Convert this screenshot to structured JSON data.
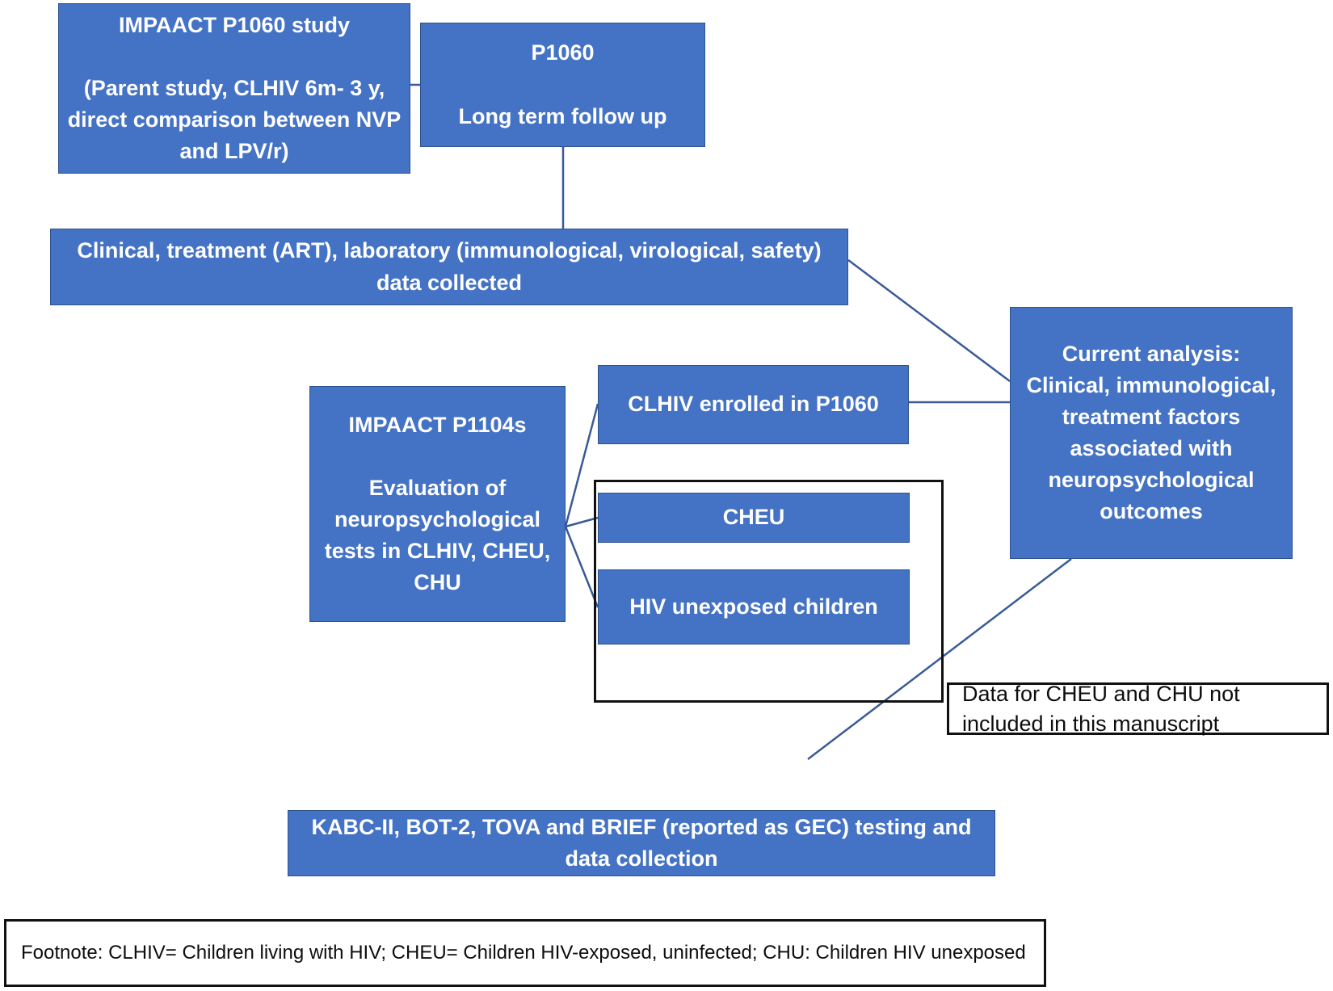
{
  "diagram": {
    "title": "IMPAACT P1060 / P1104s study flow diagram",
    "accent_color": "#4472c4",
    "accent_border_color": "#2f528f",
    "line_color": "#3a5a96",
    "outline_color": "#111111",
    "nodes": {
      "parent_study": "IMPAACT P1060 study\n\n(Parent study, CLHIV 6m- 3 y, direct comparison between NVP and LPV/r)",
      "followup": "P1060\n\nLong term follow up",
      "data_collected": "Clinical, treatment (ART), laboratory (immunological, virological, safety) data collected",
      "current_analysis": "Current analysis: Clinical, immunological, treatment factors associated with neuropsychological outcomes",
      "p1104s": "IMPAACT P1104s\n\nEvaluation of neuropsychological tests in CLHIV, CHEU, CHU",
      "clhiv_enrolled": "CLHIV enrolled in P1060",
      "cheu": "CHEU",
      "hiv_unexposed": "HIV unexposed children",
      "not_included_note": "Data for CHEU and CHU not included in this manuscript",
      "testing": "KABC-II, BOT-2, TOVA and BRIEF (reported as GEC) testing and data collection",
      "footnote": "Footnote: CLHIV= Children living with HIV; CHEU= Children HIV-exposed, uninfected; CHU: Children HIV unexposed"
    }
  },
  "chart_data": {
    "type": "diagram",
    "title": "IMPAACT P1060 / P1104s study flow diagram",
    "nodes": [
      {
        "id": "parent_study",
        "label": "IMPAACT P1060 study (Parent study, CLHIV 6m- 3 y, direct comparison between NVP and LPV/r)",
        "style": "blue"
      },
      {
        "id": "followup",
        "label": "P1060 Long term follow up",
        "style": "blue"
      },
      {
        "id": "data_collected",
        "label": "Clinical, treatment (ART), laboratory (immunological, virological, safety) data collected",
        "style": "blue"
      },
      {
        "id": "current_analysis",
        "label": "Current analysis: Clinical, immunological, treatment factors associated with neuropsychological outcomes",
        "style": "blue"
      },
      {
        "id": "p1104s",
        "label": "IMPAACT P1104s Evaluation of neuropsychological tests in CLHIV, CHEU, CHU",
        "style": "blue"
      },
      {
        "id": "clhiv_enrolled",
        "label": "CLHIV enrolled in P1060",
        "style": "blue"
      },
      {
        "id": "cheu",
        "label": "CHEU",
        "style": "blue"
      },
      {
        "id": "hiv_unexposed",
        "label": "HIV unexposed children",
        "style": "blue"
      },
      {
        "id": "excluded_group",
        "label": "",
        "style": "black-outline-group"
      },
      {
        "id": "not_included_note",
        "label": "Data for CHEU and CHU not included in this manuscript",
        "style": "white-outline"
      },
      {
        "id": "testing",
        "label": "KABC-II, BOT-2, TOVA and BRIEF (reported as GEC) testing and data collection",
        "style": "blue"
      },
      {
        "id": "footnote",
        "label": "Footnote: CLHIV= Children living with HIV; CHEU= Children HIV-exposed, uninfected; CHU: Children HIV unexposed",
        "style": "white-outline"
      }
    ],
    "edges": [
      {
        "from": "parent_study",
        "to": "followup"
      },
      {
        "from": "followup",
        "to": "data_collected"
      },
      {
        "from": "data_collected",
        "to": "current_analysis"
      },
      {
        "from": "p1104s",
        "to": "clhiv_enrolled"
      },
      {
        "from": "p1104s",
        "to": "cheu"
      },
      {
        "from": "p1104s",
        "to": "hiv_unexposed"
      },
      {
        "from": "clhiv_enrolled",
        "to": "current_analysis"
      },
      {
        "from": "current_analysis",
        "to": "testing"
      }
    ]
  }
}
